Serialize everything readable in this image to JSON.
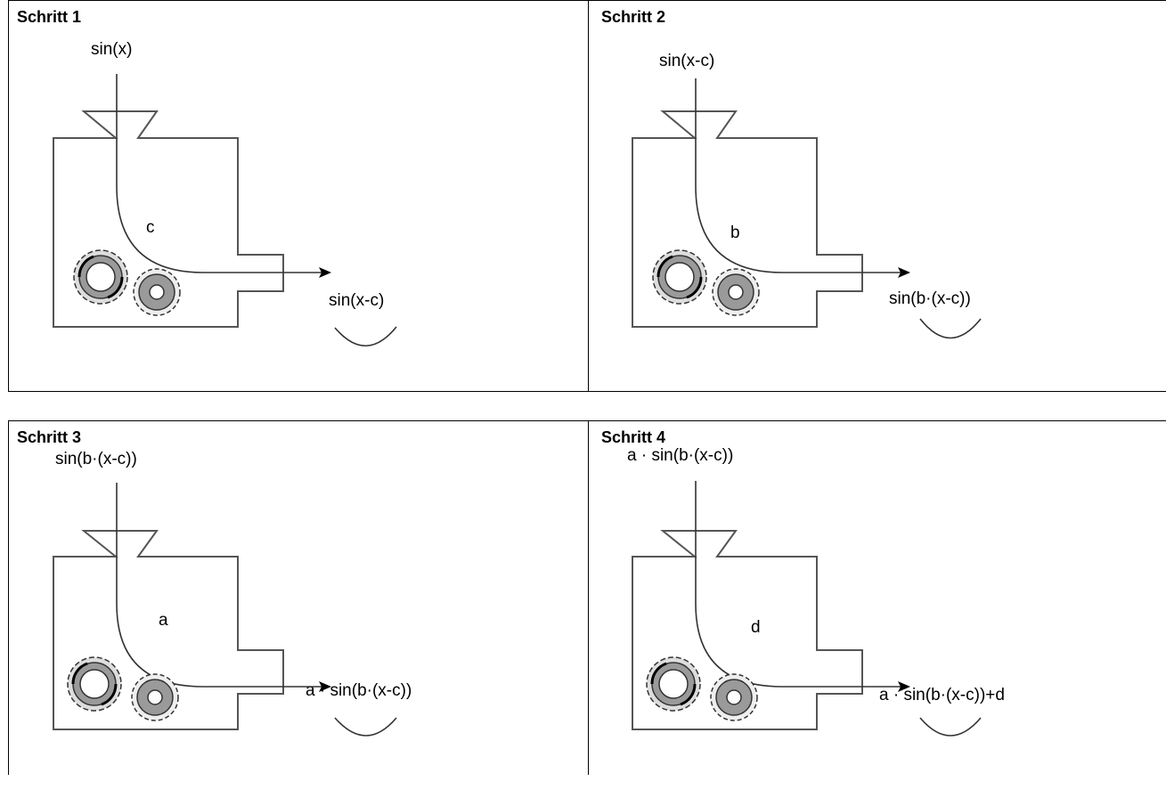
{
  "panels": [
    {
      "title": "Schritt 1",
      "input": "sin(x)",
      "param": "c",
      "output": "sin(x-c)"
    },
    {
      "title": "Schritt 2",
      "input": "sin(x-c)",
      "param": "b",
      "output": "sin(b·(x-c))"
    },
    {
      "title": "Schritt 3",
      "input": "sin(b·(x-c))",
      "param": "a",
      "output": "a · sin(b·(x-c))"
    },
    {
      "title": "Schritt 4",
      "input": "a · sin(b·(x-c))",
      "param": "d",
      "output": "a · sin(b·(x-c))+d"
    }
  ]
}
